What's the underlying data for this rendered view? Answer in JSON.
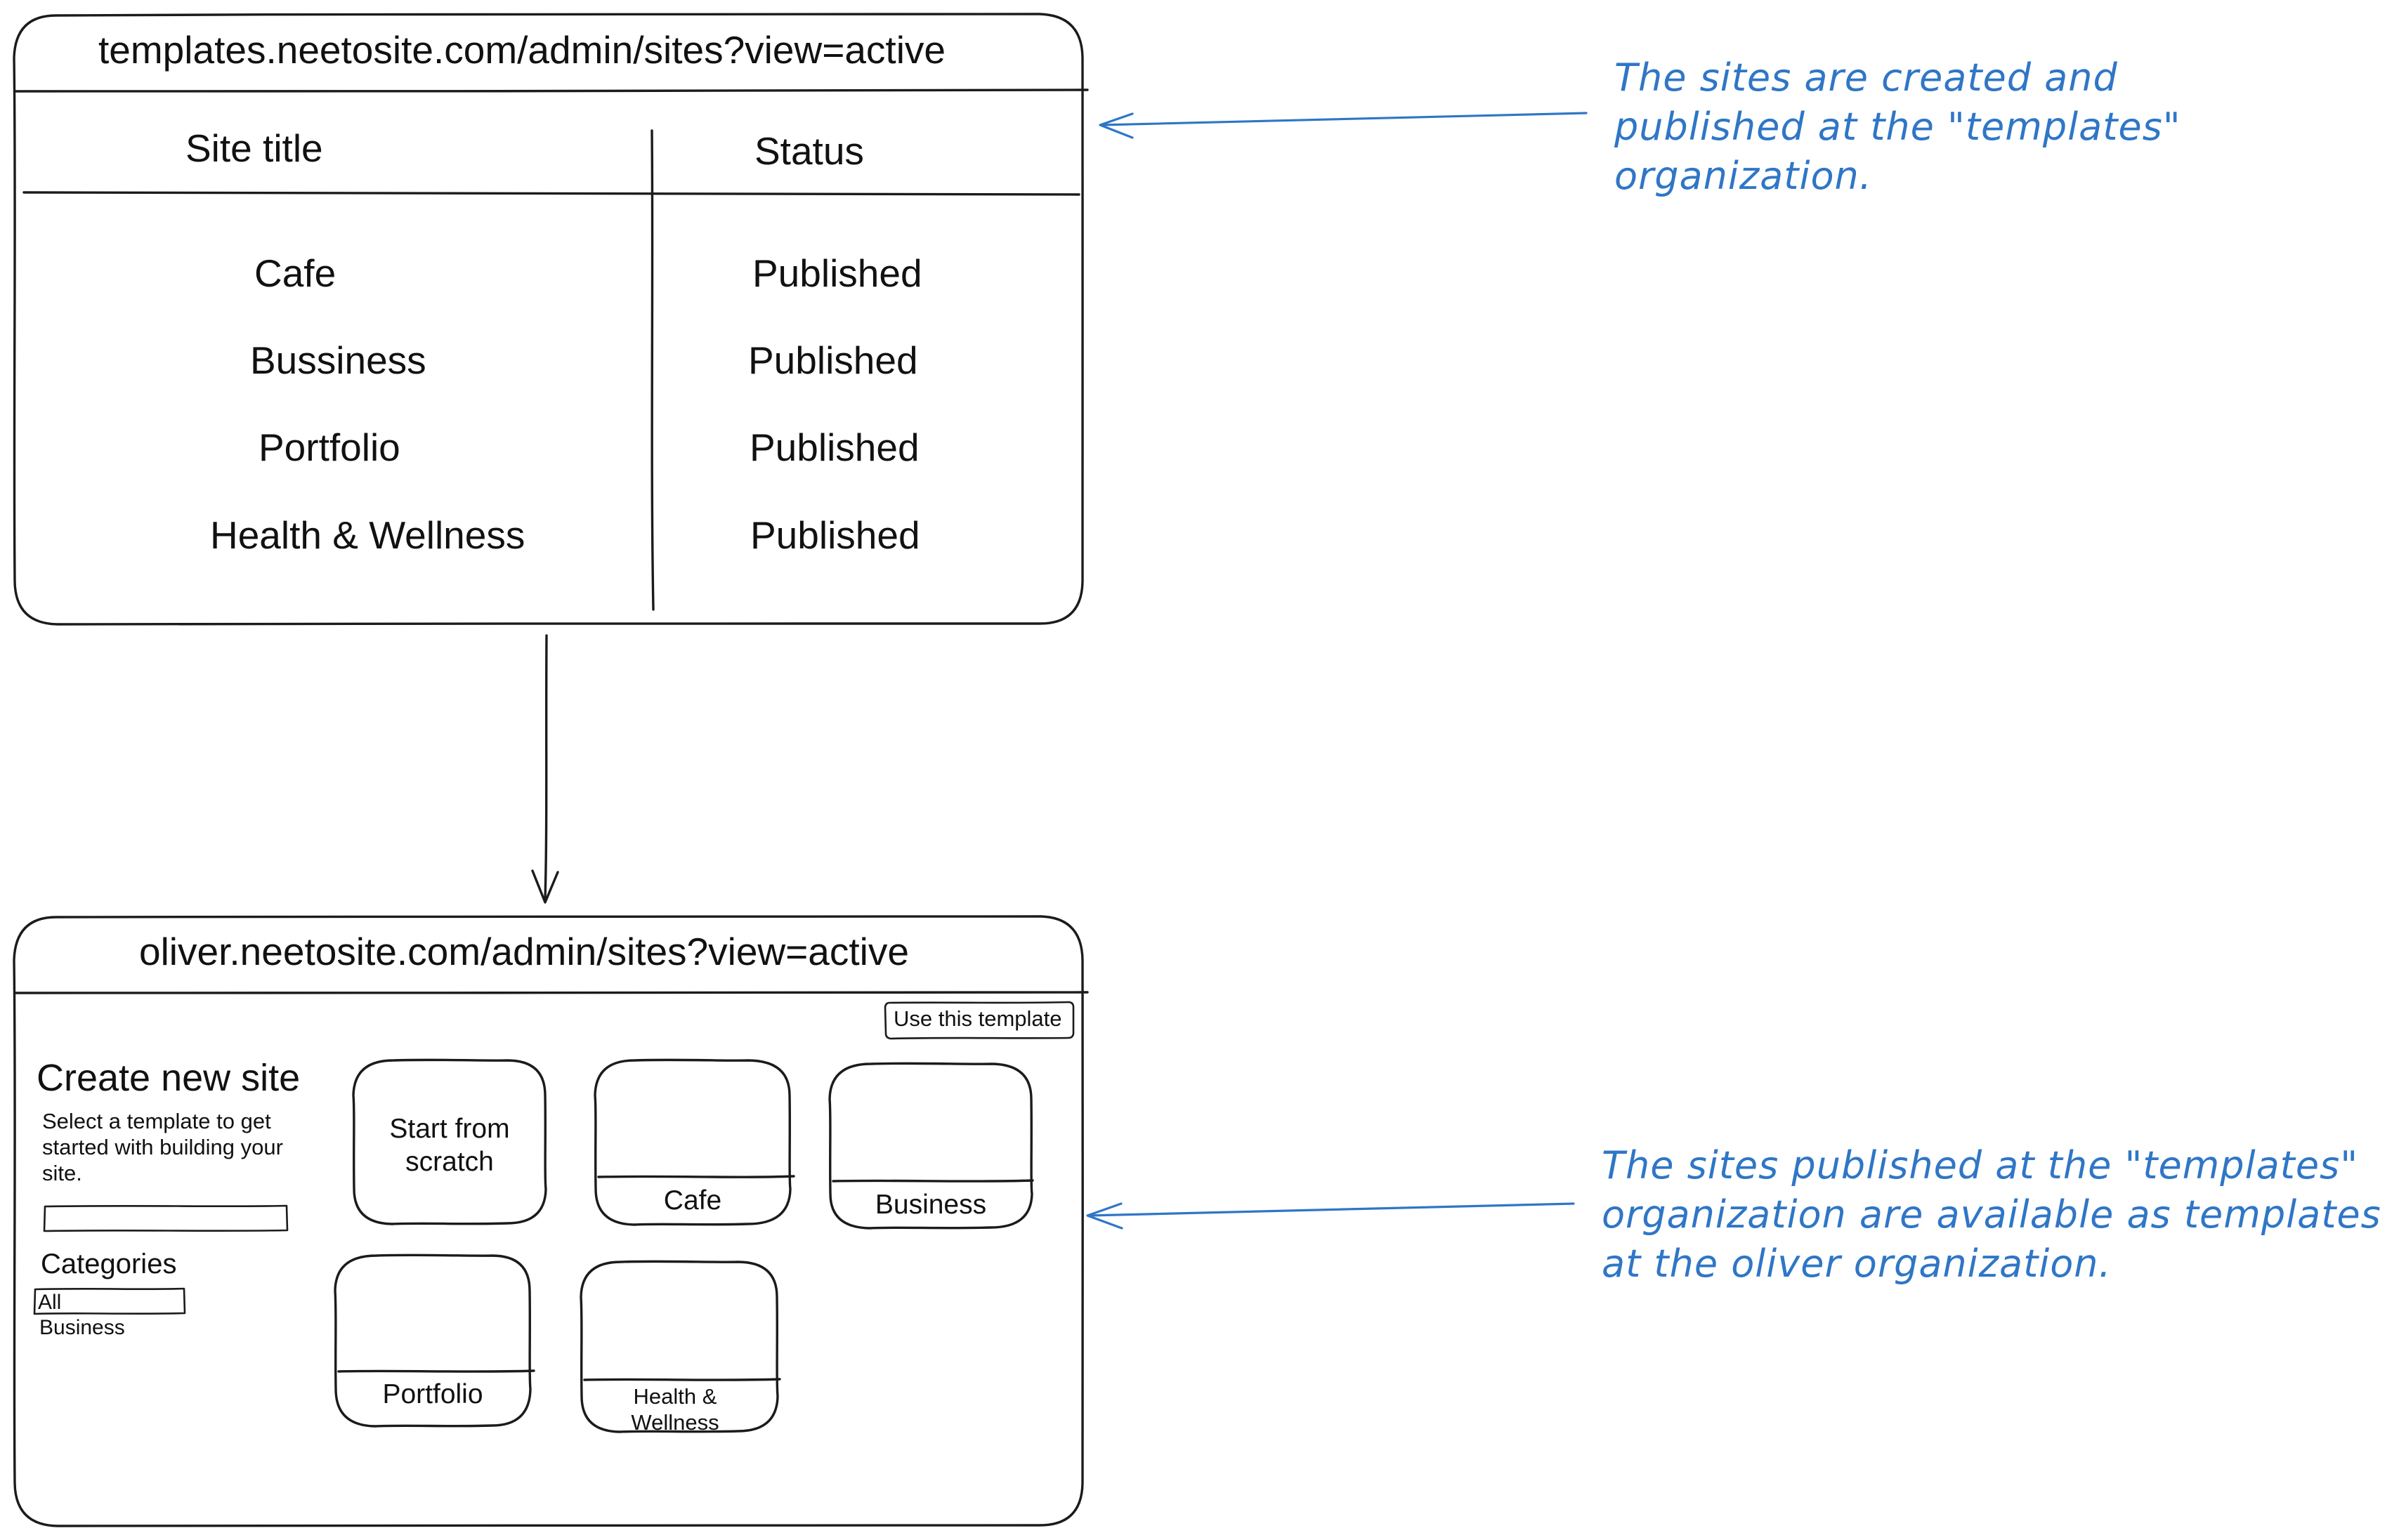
{
  "templates_window": {
    "url": "templates.neetosite.com/admin/sites?view=active",
    "columns": [
      "Site title",
      "Status"
    ],
    "rows": [
      {
        "title": "Cafe",
        "status": "Published"
      },
      {
        "title": "Bussiness",
        "status": "Published"
      },
      {
        "title": "Portfolio",
        "status": "Published"
      },
      {
        "title": "Health & Wellness",
        "status": "Published"
      }
    ]
  },
  "oliver_window": {
    "url": "oliver.neetosite.com/admin/sites?view=active",
    "use_template_button": "Use this template",
    "heading": "Create new site",
    "description": "Select a template to get started with building your site.",
    "categories_label": "Categories",
    "category_selected": "All",
    "category_options": [
      "Business"
    ],
    "cards": {
      "scratch": "Start from scratch",
      "cafe": "Cafe",
      "business": "Business",
      "portfolio": "Portfolio",
      "health": "Health & Wellness"
    }
  },
  "annotations": {
    "top": "The sites are created and published at the \"templates\" organization.",
    "bottom": "The sites published at the \"templates\" organization are available as templates at the oliver organization."
  },
  "colors": {
    "stroke": "#1b1b1b",
    "annotation": "#2f76c6"
  }
}
